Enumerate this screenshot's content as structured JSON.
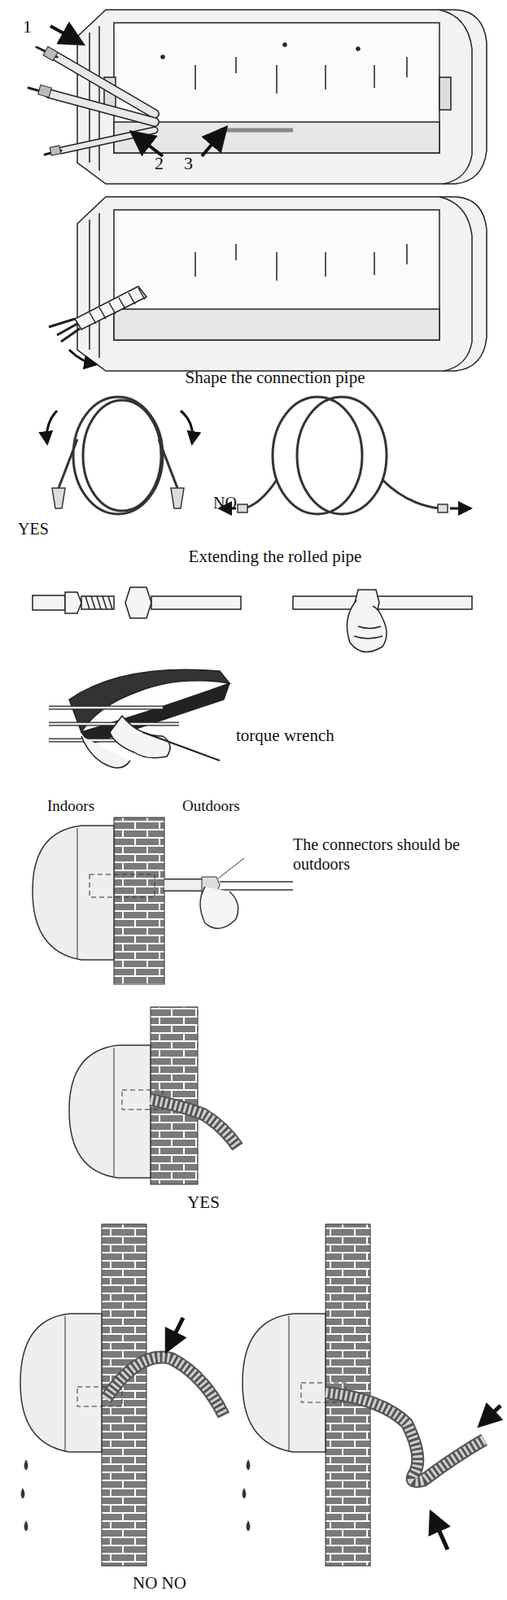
{
  "diagram": {
    "labels": [
      "1",
      "2",
      "3",
      "Shape the connection pipe",
      "YES",
      "NO",
      "Extending the rolled pipe",
      "torque wrench",
      "Indoors",
      "Outdoors",
      "The connectors should be outdoors",
      "YES",
      "NO NO"
    ]
  }
}
